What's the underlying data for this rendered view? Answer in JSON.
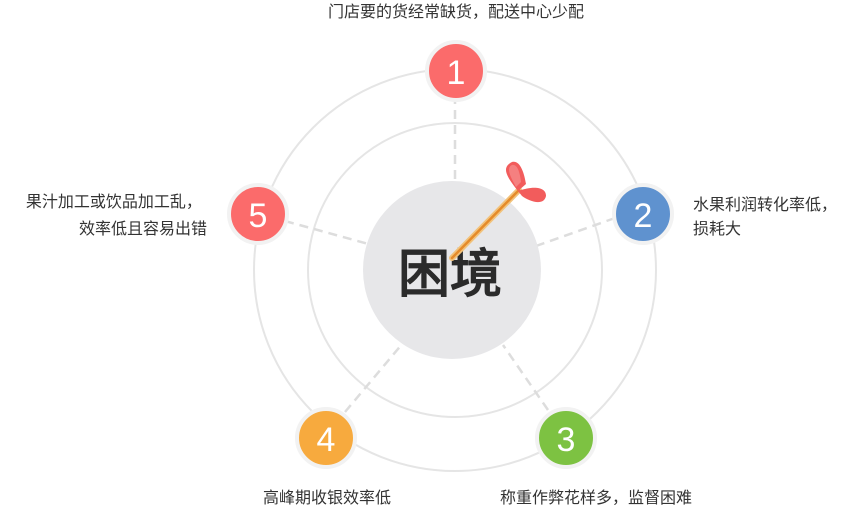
{
  "center": {
    "label": "困境"
  },
  "colors": {
    "ring": "#e5e5e5",
    "spoke": "#dddddd",
    "center_fill": "#e7e7e9",
    "dart_red": "#f25c5c",
    "dart_shaft": "#f0a040"
  },
  "nodes": [
    {
      "number": "1",
      "color": "#fb6b6b",
      "lines": [
        "门店要的货经常缺货，配送中心少配"
      ]
    },
    {
      "number": "2",
      "color": "#5f92cf",
      "lines": [
        "水果利润转化率低，",
        "损耗大"
      ]
    },
    {
      "number": "3",
      "color": "#7dc242",
      "lines": [
        "称重作弊花样多，监督困难"
      ]
    },
    {
      "number": "4",
      "color": "#f7aa3e",
      "lines": [
        "高峰期收银效率低"
      ]
    },
    {
      "number": "5",
      "color": "#fb6b6b",
      "lines": [
        "果汁加工或饮品加工乱，",
        "效率低且容易出错"
      ]
    }
  ]
}
